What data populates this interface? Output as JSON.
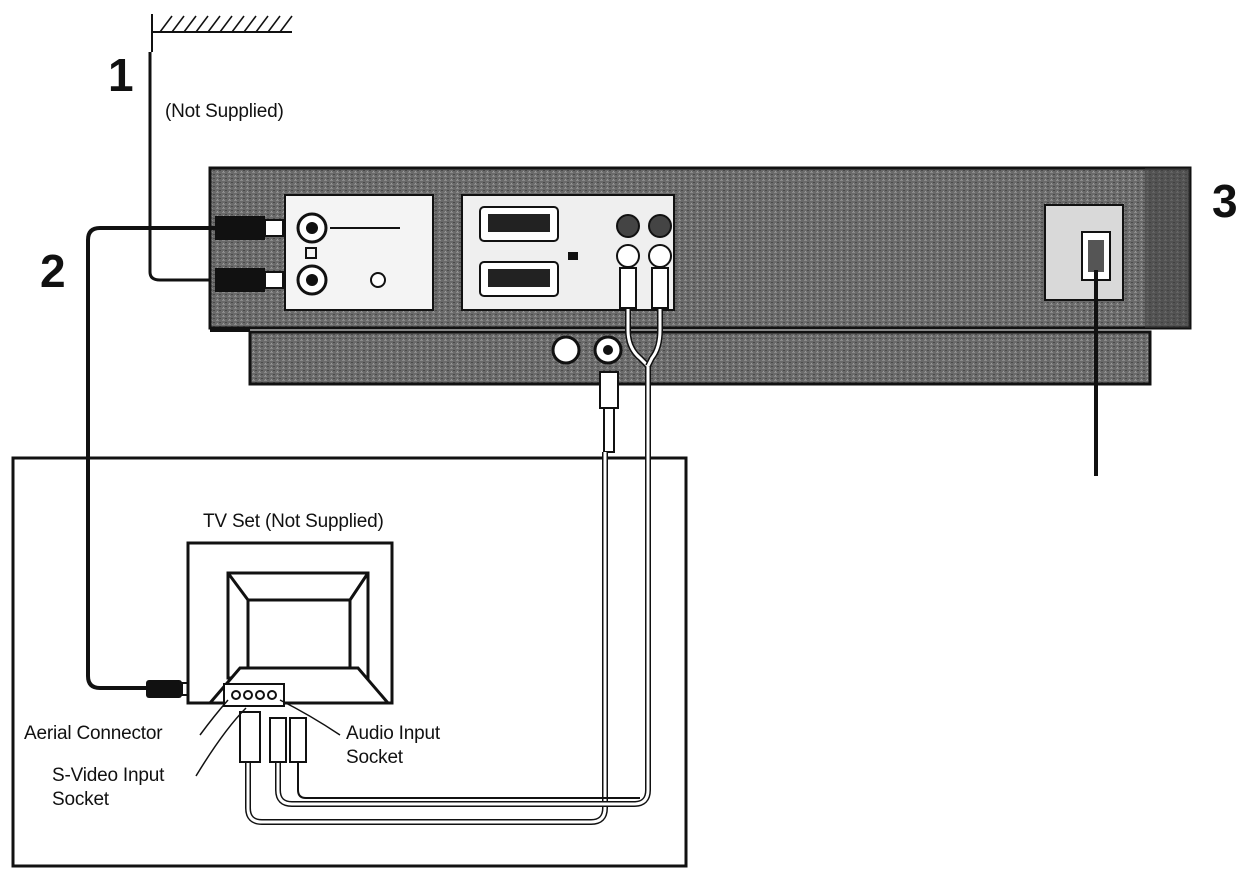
{
  "steps": {
    "step1": "1",
    "step2": "2",
    "step3": "3"
  },
  "labels": {
    "antenna_not_supplied": "(Not Supplied)",
    "tv_set": "TV Set (Not Supplied)",
    "aerial_connector": "Aerial Connector",
    "svideo_line1": "S-Video Input",
    "svideo_line2": "Socket",
    "audio_line1": "Audio Input",
    "audio_line2": "Socket"
  },
  "colors": {
    "ink": "#111111",
    "panel": "#6f6f6f",
    "panel_dark": "#3a3a3a",
    "paper": "#ffffff"
  },
  "icons": {
    "antenna": "antenna-icon",
    "vcr": "vcr-rear-panel",
    "tv": "tv-set-icon",
    "power_plug": "power-plug-icon"
  }
}
